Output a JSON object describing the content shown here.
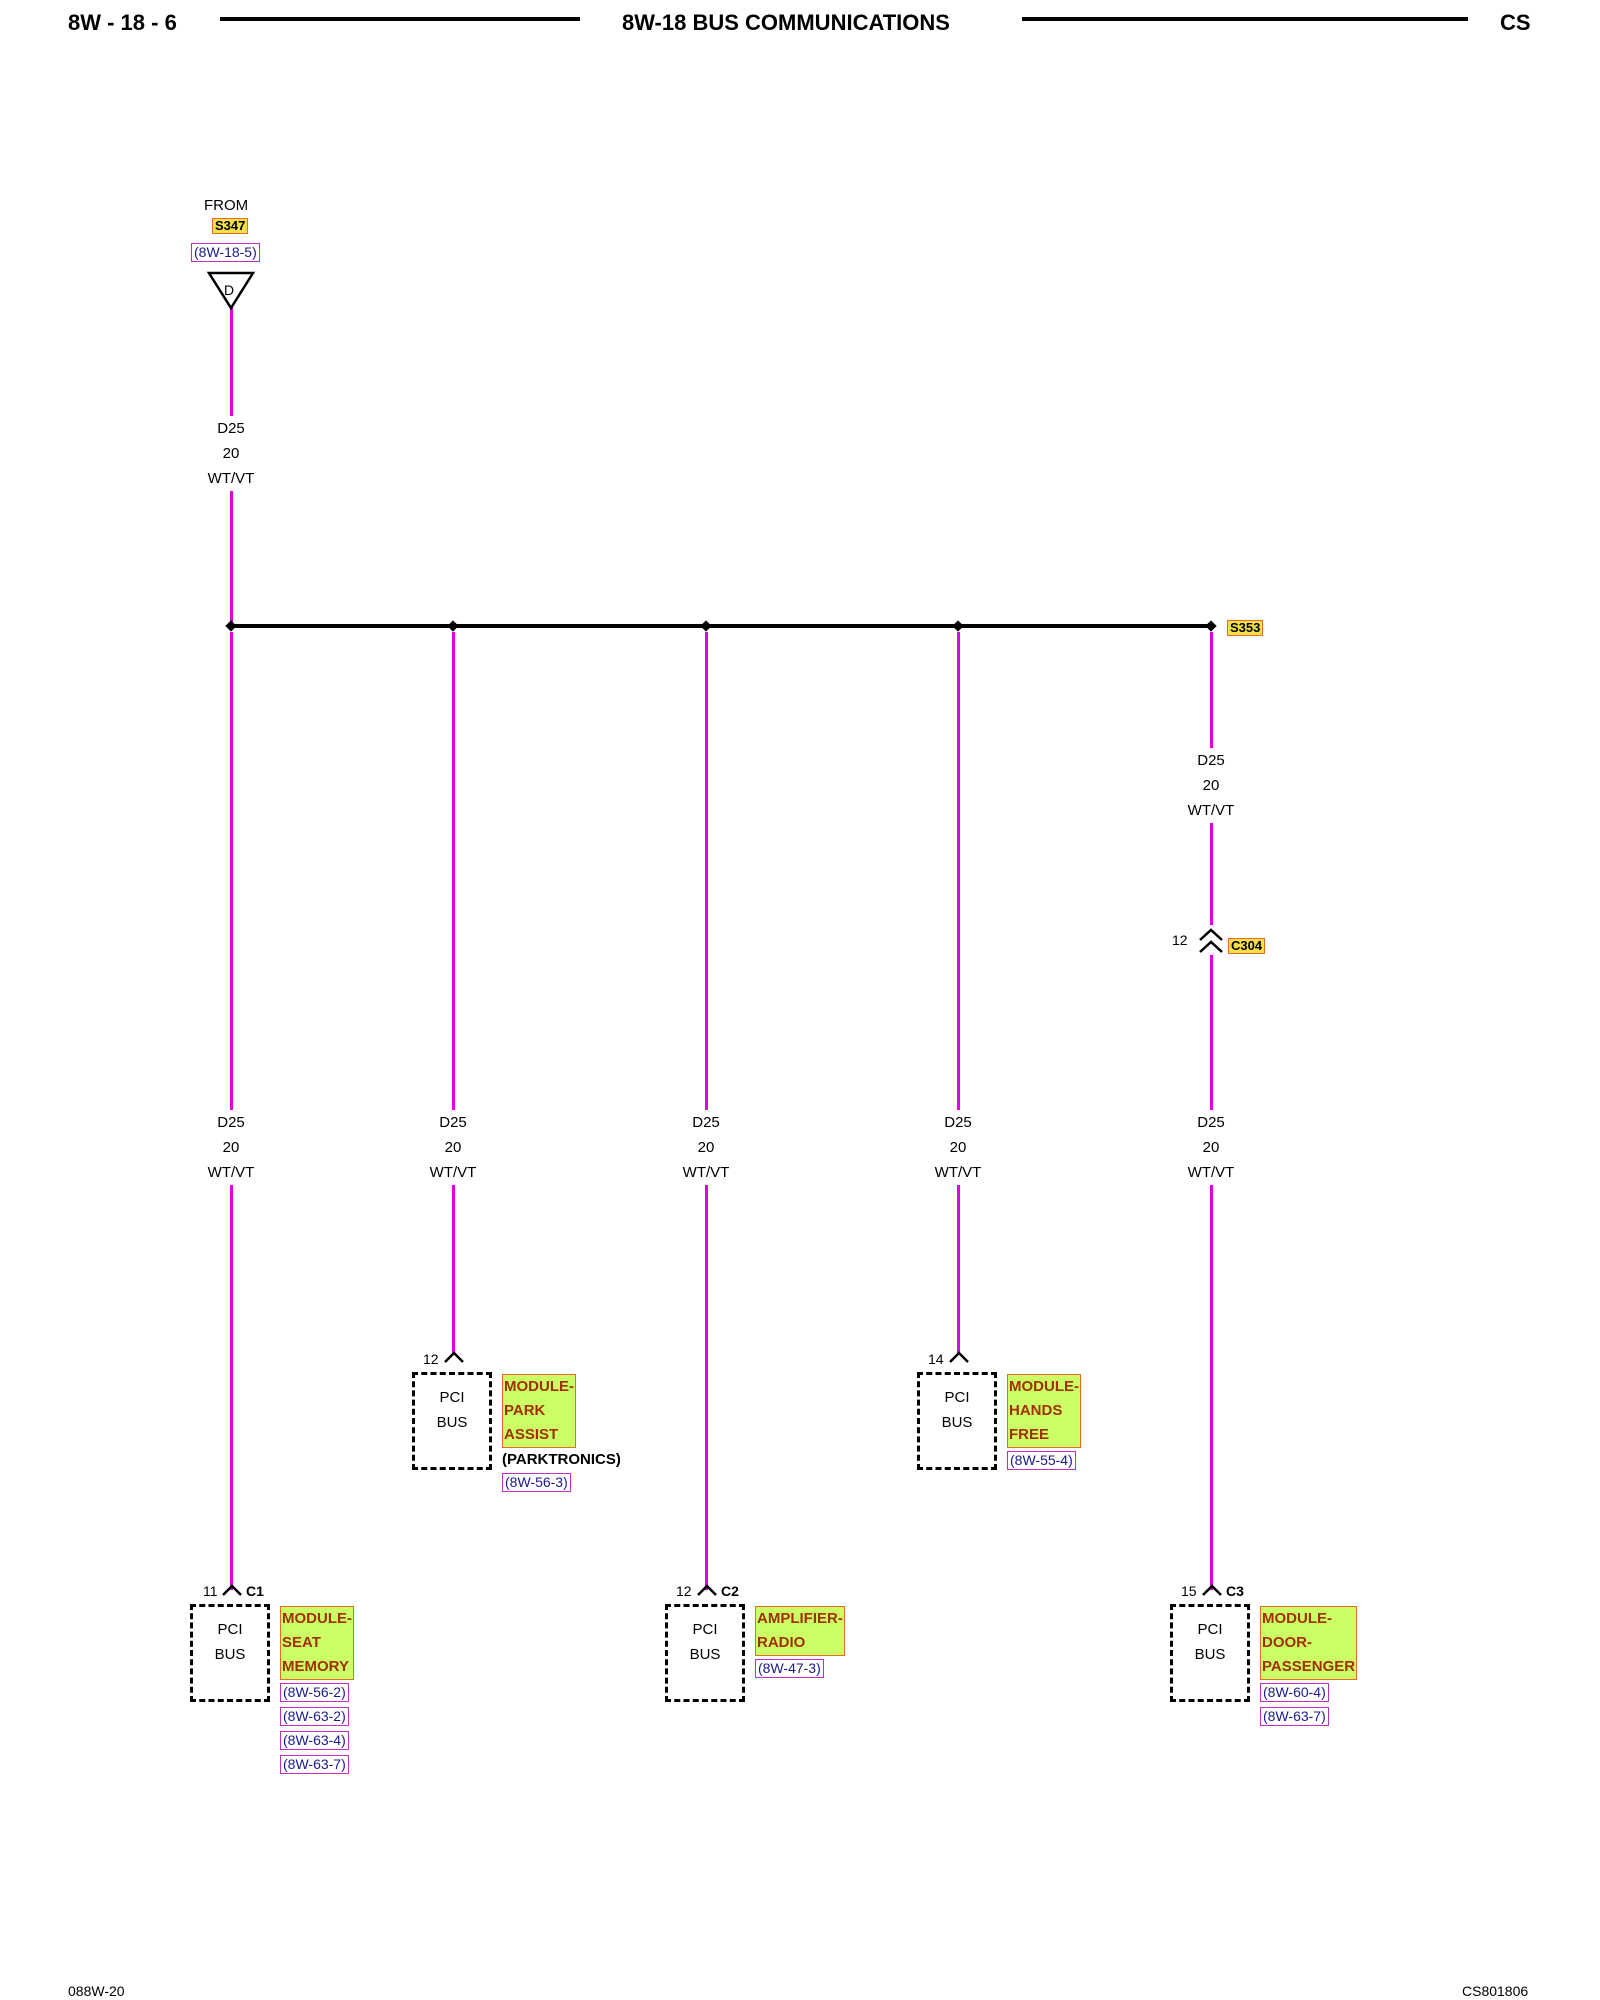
{
  "header": {
    "page_id": "8W - 18 - 6",
    "title": "8W-18 BUS COMMUNICATIONS",
    "code": "CS"
  },
  "source": {
    "from_label": "FROM",
    "splice": "S347",
    "ref": "(8W-18-5)",
    "connector_letter": "D"
  },
  "trunk_wire": {
    "circuit": "D25",
    "gauge": "20",
    "color": "WT/VT"
  },
  "splice_right": "S353",
  "inline_connector": {
    "pin": "12",
    "name": "C304"
  },
  "branch_wires": [
    {
      "circuit": "D25",
      "gauge": "20",
      "color": "WT/VT"
    },
    {
      "circuit": "D25",
      "gauge": "20",
      "color": "WT/VT"
    },
    {
      "circuit": "D25",
      "gauge": "20",
      "color": "WT/VT"
    },
    {
      "circuit": "D25",
      "gauge": "20",
      "color": "WT/VT"
    },
    {
      "circuit": "D25",
      "gauge": "20",
      "color": "WT/VT"
    },
    {
      "circuit": "D25",
      "gauge": "20",
      "color": "WT/VT"
    }
  ],
  "components": {
    "park_assist": {
      "pin": "12",
      "line1": "PCI",
      "line2": "BUS",
      "label": [
        "MODULE-",
        "PARK",
        "ASSIST"
      ],
      "note": "(PARKTRONICS)",
      "refs": [
        "(8W-56-3)"
      ]
    },
    "hands_free": {
      "pin": "14",
      "line1": "PCI",
      "line2": "BUS",
      "label": [
        "MODULE-",
        "HANDS",
        "FREE"
      ],
      "refs": [
        "(8W-55-4)"
      ]
    },
    "seat_memory": {
      "pin": "11",
      "connector": "C1",
      "line1": "PCI",
      "line2": "BUS",
      "label": [
        "MODULE-",
        "SEAT",
        "MEMORY"
      ],
      "refs": [
        "(8W-56-2)",
        "(8W-63-2)",
        "(8W-63-4)",
        "(8W-63-7)"
      ]
    },
    "amplifier_radio": {
      "pin": "12",
      "connector": "C2",
      "line1": "PCI",
      "line2": "BUS",
      "label": [
        "AMPLIFIER-",
        "RADIO"
      ],
      "refs": [
        "(8W-47-3)"
      ]
    },
    "door_passenger": {
      "pin": "15",
      "connector": "C3",
      "line1": "PCI",
      "line2": "BUS",
      "label": [
        "MODULE-",
        "DOOR-",
        "PASSENGER"
      ],
      "refs": [
        "(8W-60-4)",
        "(8W-63-7)"
      ]
    }
  },
  "footer": {
    "left": "088W-20",
    "right": "CS801806"
  }
}
